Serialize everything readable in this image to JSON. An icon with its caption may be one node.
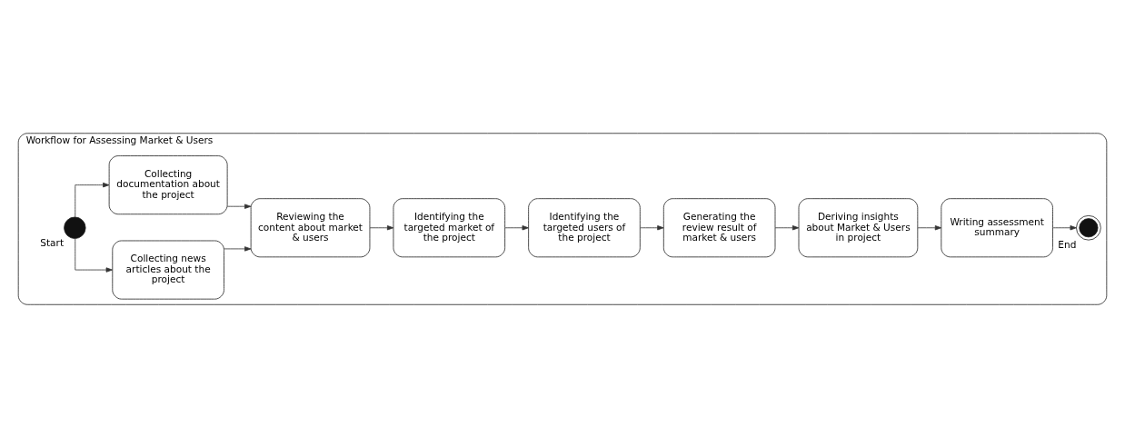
{
  "diagram": {
    "nodes": [
      {
        "text": [
          "Workflow for Assessing Market & Users"
        ]
      },
      {
        "text": [],
        "shape": "circle",
        "beside": [
          "Start"
        ],
        "in": 0
      },
      {
        "text": [
          "Collecting news articles about the project"
        ],
        "in": 0
      },
      {
        "text": [
          "Collecting documentation about the project"
        ],
        "in": 0
      },
      {
        "text": [
          "Reviewing the content about market & users"
        ],
        "in": 0
      },
      {
        "text": [
          "Identifying the targeted market of the project"
        ],
        "in": 0
      },
      {
        "text": [
          "Identifying the targeted users of the project"
        ],
        "in": 0
      },
      {
        "text": [
          "Generating the review result of market & users"
        ],
        "in": 0
      },
      {
        "text": [
          "Deriving insights about Market & Users in project"
        ],
        "in": 0
      },
      {
        "text": [
          "Writing assessment summary"
        ],
        "in": 0
      },
      {
        "text": [],
        "shape": "circle",
        "beside": [
          "End"
        ],
        "in": 0
      }
    ],
    "edges": [
      {
        "from": 1,
        "to": 2,
        "arrow": "to"
      },
      {
        "from": 1,
        "to": 3,
        "arrow": "to"
      },
      {
        "from": 2,
        "to": 4,
        "arrow": "to"
      },
      {
        "from": 3,
        "to": 4,
        "arrow": "to"
      },
      {
        "from": 4,
        "to": 5,
        "arrow": "to"
      },
      {
        "from": 5,
        "to": 6,
        "arrow": "to"
      },
      {
        "from": 6,
        "to": 7,
        "arrow": "to"
      },
      {
        "from": 7,
        "to": 8,
        "arrow": "to"
      },
      {
        "from": 8,
        "to": 9,
        "arrow": "to"
      },
      {
        "from": 9,
        "to": 10,
        "arrow": "to"
      }
    ]
  }
}
